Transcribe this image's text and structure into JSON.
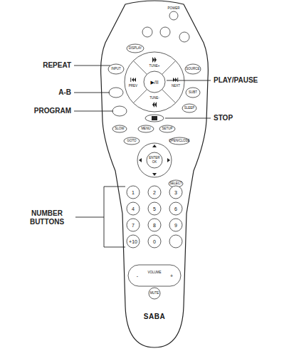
{
  "diagram": {
    "labels": [
      "REPEAT",
      "A-B",
      "PROGRAM",
      "NUMBER BUTTONS",
      "PLAY/PAUSE",
      "STOP",
      "POWER",
      "DISPLAY",
      "INPUT",
      "SOURCE",
      "SUBT",
      "SLEEP",
      "TUNE+",
      "TUNE-",
      "PREV",
      "NEXT",
      "▶/II",
      "SLOW",
      "MENU",
      "SETUP",
      "GOTO",
      "OPEN/CLOSE",
      "ENTER",
      "OK",
      "1",
      "2",
      "3",
      "4",
      "5",
      "6",
      "7",
      "8",
      "9",
      "+10",
      "0",
      "SELECT",
      "VOLUME",
      "-",
      "+",
      "MUTE",
      "SABA"
    ]
  }
}
